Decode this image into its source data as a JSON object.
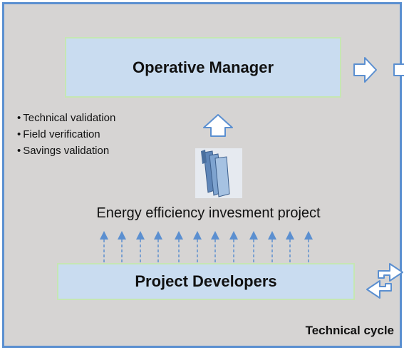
{
  "operative_manager": {
    "title": "Operative Manager"
  },
  "validation_items": [
    "Technical validation",
    "Field verification",
    "Savings validation"
  ],
  "project_label": "Energy efficiency invesment project",
  "project_developers": {
    "title": "Project Developers"
  },
  "cycle_label": "Technical cycle",
  "colors": {
    "frame_border": "#5b8fd0",
    "frame_fill": "#d6d4d3",
    "box_fill": "#c9dcf0",
    "box_border": "#c6e6b3",
    "arrow_stroke": "#5b8fd0",
    "arrow_fill": "#ffffff"
  },
  "icons": {
    "document_stack": "documents-icon",
    "up_arrow": "up-arrow-icon",
    "right_arrow": "right-arrow-icon",
    "cycle_arrows": "cycle-arrows-icon"
  }
}
